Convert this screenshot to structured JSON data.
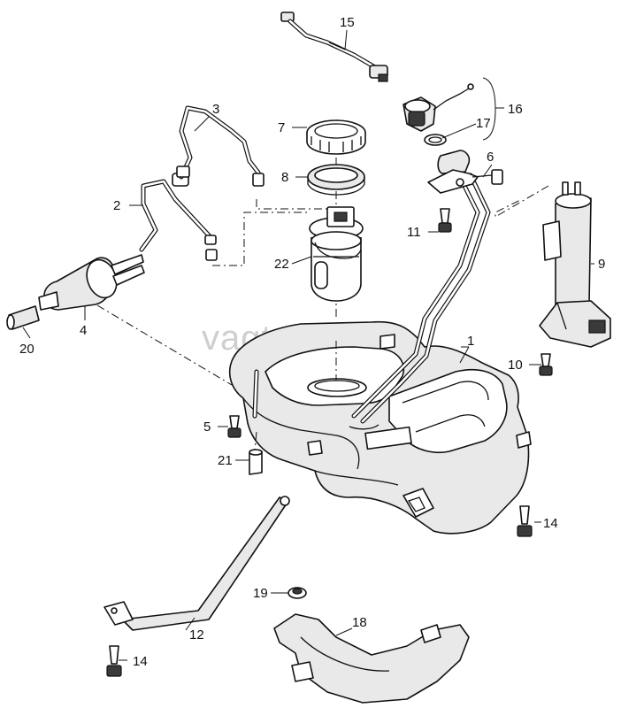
{
  "watermark": "vagtec.ru",
  "callouts": [
    {
      "id": "c1",
      "text": "1"
    },
    {
      "id": "c2",
      "text": "2"
    },
    {
      "id": "c3",
      "text": "3"
    },
    {
      "id": "c4",
      "text": "4"
    },
    {
      "id": "c5",
      "text": "5"
    },
    {
      "id": "c6",
      "text": "6"
    },
    {
      "id": "c7",
      "text": "7"
    },
    {
      "id": "c8",
      "text": "8"
    },
    {
      "id": "c9",
      "text": "9"
    },
    {
      "id": "c10",
      "text": "10"
    },
    {
      "id": "c11",
      "text": "11"
    },
    {
      "id": "c12",
      "text": "12"
    },
    {
      "id": "c14a",
      "text": "14"
    },
    {
      "id": "c14b",
      "text": "14"
    },
    {
      "id": "c15",
      "text": "15"
    },
    {
      "id": "c16",
      "text": "16"
    },
    {
      "id": "c17",
      "text": "17"
    },
    {
      "id": "c18",
      "text": "18"
    },
    {
      "id": "c19",
      "text": "19"
    },
    {
      "id": "c20",
      "text": "20"
    },
    {
      "id": "c21",
      "text": "21"
    },
    {
      "id": "c22",
      "text": "22"
    }
  ]
}
